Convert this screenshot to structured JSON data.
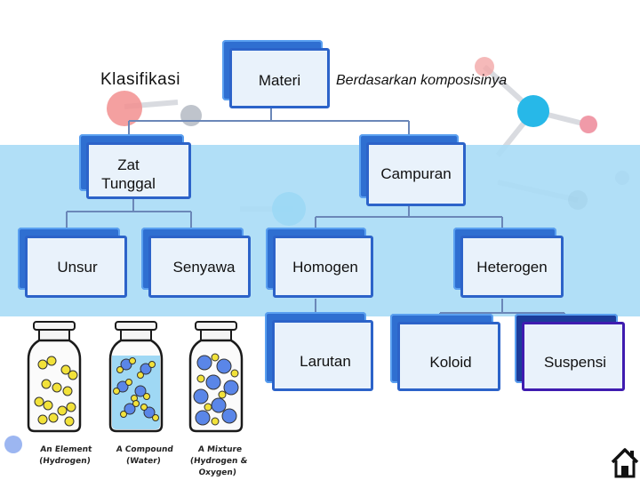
{
  "header": {
    "left_text": "Klasifikasi",
    "right_text": "Berdasarkan komposisinya"
  },
  "nodes": {
    "materi": "Materi",
    "zat_tunggal": "Zat\nTunggal",
    "campuran": "Campuran",
    "unsur": "Unsur",
    "senyawa": "Senyawa",
    "homogen": "Homogen",
    "heterogen": "Heterogen",
    "larutan": "Larutan",
    "koloid": "Koloid",
    "suspensi": "Suspensi"
  },
  "jars": [
    {
      "title": "An Element",
      "sub": "(Hydrogen)"
    },
    {
      "title": "A Compound",
      "sub": "(Water)"
    },
    {
      "title": "A Mixture",
      "sub": "(Hydrogen & Oxygen)"
    }
  ],
  "colors": {
    "band": "#a9dcf6",
    "box_border": "#2c63c9",
    "box_fill": "#e9f2fb",
    "connector": "#6b87b8",
    "yellow_atom": "#f2e23a",
    "blue_atom": "#5a86e8",
    "water_fill": "#9fd8f4"
  },
  "icons": [
    "home-icon"
  ]
}
